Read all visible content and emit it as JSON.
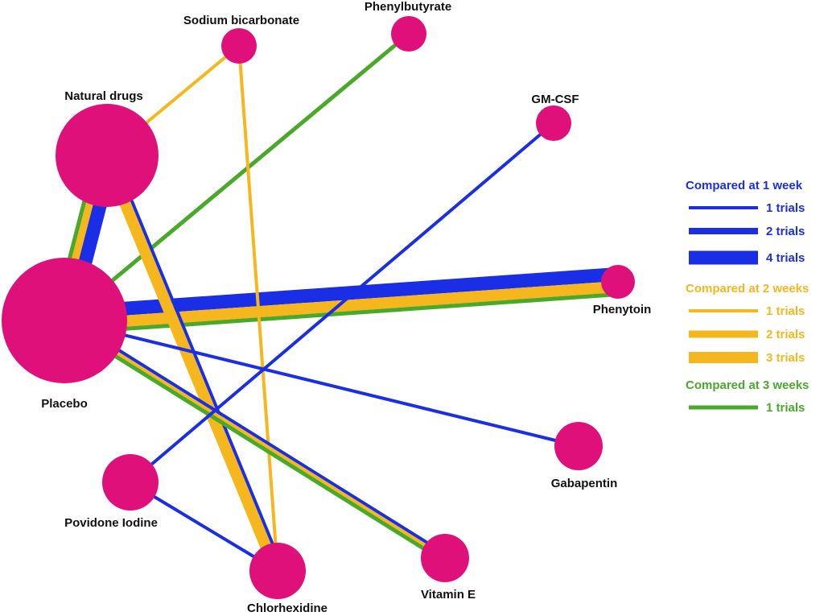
{
  "colors": {
    "node": "#e0107a",
    "week1": "#1a2ee6",
    "week2": "#f5b71d",
    "week3": "#4aa82a",
    "background": "#ffffff"
  },
  "nodes": [
    {
      "id": "natural",
      "label": "Natural drugs"
    },
    {
      "id": "sodium",
      "label": "Sodium bicarbonate"
    },
    {
      "id": "phenylbutyrate",
      "label": "Phenylbutyrate"
    },
    {
      "id": "gmcsf",
      "label": "GM-CSF"
    },
    {
      "id": "placebo",
      "label": "Placebo"
    },
    {
      "id": "phenytoin",
      "label": "Phenytoin"
    },
    {
      "id": "gabapentin",
      "label": "Gabapentin"
    },
    {
      "id": "povidone",
      "label": "Povidone Iodine"
    },
    {
      "id": "chlorhexidine",
      "label": "Chlorhexidine"
    },
    {
      "id": "vitamine",
      "label": "Vitamin E"
    }
  ],
  "edges": [
    {
      "from": "natural",
      "to": "placebo",
      "week": "1",
      "trials": 4
    },
    {
      "from": "natural",
      "to": "placebo",
      "week": "2",
      "trials": 2
    },
    {
      "from": "natural",
      "to": "placebo",
      "week": "3",
      "trials": 1
    },
    {
      "from": "placebo",
      "to": "phenytoin",
      "week": "1",
      "trials": 4
    },
    {
      "from": "placebo",
      "to": "phenytoin",
      "week": "2",
      "trials": 3
    },
    {
      "from": "placebo",
      "to": "phenytoin",
      "week": "3",
      "trials": 1
    },
    {
      "from": "natural",
      "to": "sodium",
      "week": "2",
      "trials": 1
    },
    {
      "from": "placebo",
      "to": "phenylbutyrate",
      "week": "3",
      "trials": 1
    },
    {
      "from": "sodium",
      "to": "chlorhexidine",
      "week": "2",
      "trials": 1
    },
    {
      "from": "natural",
      "to": "chlorhexidine",
      "week": "1",
      "trials": 1
    },
    {
      "from": "natural",
      "to": "chlorhexidine",
      "week": "2",
      "trials": 3
    },
    {
      "from": "placebo",
      "to": "vitamine",
      "week": "1",
      "trials": 1
    },
    {
      "from": "placebo",
      "to": "vitamine",
      "week": "2",
      "trials": 1
    },
    {
      "from": "placebo",
      "to": "vitamine",
      "week": "3",
      "trials": 1
    },
    {
      "from": "placebo",
      "to": "gabapentin",
      "week": "1",
      "trials": 1
    },
    {
      "from": "gmcsf",
      "to": "povidone",
      "week": "1",
      "trials": 1
    },
    {
      "from": "povidone",
      "to": "chlorhexidine",
      "week": "1",
      "trials": 1
    }
  ],
  "legend": {
    "groups": [
      {
        "week": "1",
        "title": "Compared at 1 week",
        "items": [
          {
            "trials": 1,
            "label": "1 trials"
          },
          {
            "trials": 2,
            "label": "2 trials"
          },
          {
            "trials": 4,
            "label": "4 trials"
          }
        ]
      },
      {
        "week": "2",
        "title": "Compared at 2 weeks",
        "items": [
          {
            "trials": 1,
            "label": "1 trials"
          },
          {
            "trials": 2,
            "label": "2 trials"
          },
          {
            "trials": 3,
            "label": "3 trials"
          }
        ]
      },
      {
        "week": "3",
        "title": "Compared at 3 weeks",
        "items": [
          {
            "trials": 1,
            "label": "1 trials"
          }
        ]
      }
    ]
  }
}
